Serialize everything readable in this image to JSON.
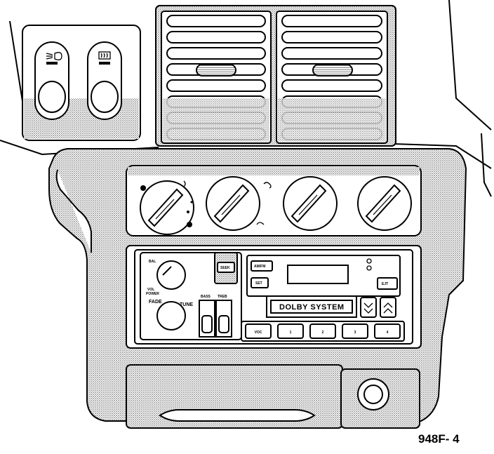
{
  "figure": {
    "reference_code": "948F- 4"
  },
  "radio": {
    "dolby_label": "DOLBY SYSTEM",
    "tune_label": "TUNE",
    "bass_label": "BASS",
    "treb_label": "TREB",
    "fade_label": "FADE",
    "vol_label": "VOL",
    "power_label": "POWER",
    "seek_label": "SEEK",
    "am_fm_label": "AM/FM",
    "set_label": "SET",
    "eject_label": "EJT",
    "preset_buttons": [
      "VOC",
      "1",
      "2",
      "3",
      "4"
    ],
    "up_arrow": "^",
    "down_arrow": "v",
    "up_icon": "chevron-up-icon",
    "down_icon": "chevron-down-icon"
  },
  "switches": {
    "left_icon": "fog-lamp-icon",
    "right_icon": "rear-defrost-icon"
  },
  "climate": {
    "dial_icons": [
      "fan-speed-icon",
      "mode-icon",
      "temperature-icon",
      "recirculation-icon"
    ]
  }
}
